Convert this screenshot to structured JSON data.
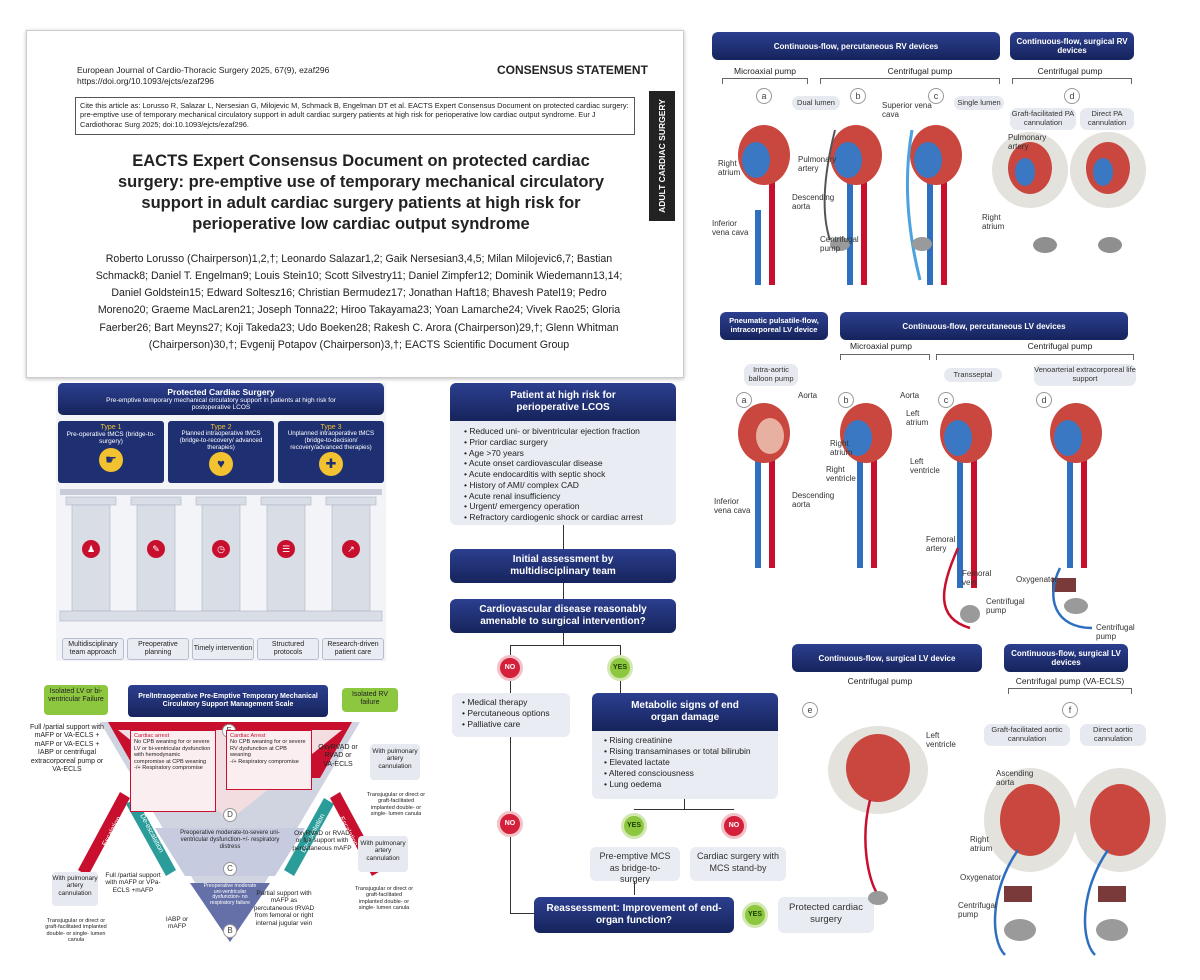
{
  "article": {
    "journal": "European Journal of Cardio-Thoracic Surgery 2025, 67(9), ezaf296",
    "doi": "https://doi.org/10.1093/ejcts/ezaf296",
    "type": "CONSENSUS STATEMENT",
    "citation": "Cite this article as: Lorusso R, Salazar L, Nersesian G, Milojevic M, Schmack B, Engelman DT et al. EACTS Expert Consensus Document on protected cardiac surgery: pre-emptive use of temporary mechanical circulatory support in adult cardiac surgery patients at high risk for perioperative low cardiac output syndrome. Eur J Cardiothorac Surg 2025; doi:10.1093/ejcts/ezaf296.",
    "side_tab": "ADULT CARDIAC SURGERY",
    "title": "EACTS Expert Consensus Document on protected cardiac surgery: pre-emptive use of temporary mechanical circulatory support in adult cardiac surgery patients at high risk for perioperative low cardiac output syndrome",
    "authors": "Roberto Lorusso (Chairperson)1,2,†; Leonardo Salazar1,2; Gaik Nersesian3,4,5; Milan Milojevic6,7; Bastian Schmack8; Daniel T. Engelman9; Louis Stein10; Scott Silvestry11; Daniel Zimpfer12; Dominik Wiedemann13,14; Daniel Goldstein15; Edward Soltesz16; Christian Bermudez17; Jonathan Haft18; Bhavesh Patel19; Pedro Moreno20; Graeme MacLaren21; Joseph Tonna22; Hiroo Takayama23; Yoan Lamarche24; Vivek Rao25; Gloria Faerber26; Bart Meyns27; Koji Takeda23; Udo Boeken28; Rakesh C. Arora (Chairperson)29,†; Glenn Whitman (Chairperson)30,†; Evgenij Potapov (Chairperson)3,†; EACTS Scientific Document Group"
  },
  "pcs": {
    "title": "Protected Cardiac Surgery",
    "subtitle": "Pre-emptive temporary mechanical circulatory support in patients at high risk for postoperative LCOS",
    "types": [
      {
        "label": "Type 1",
        "text": "Pre-operative tMCS (bridge-to-surgery)"
      },
      {
        "label": "Type 2",
        "text": "Planned intraoperative tMCS (bridge-to-recovery/ advanced therapies)"
      },
      {
        "label": "Type 3",
        "text": "Unplanned intraoperative tMCS (bridge-to-decision/ recovery/advanced therapies)"
      }
    ],
    "pillars": [
      "Multidisciplinary team approach",
      "Preoperative planning",
      "Timely intervention",
      "Structured protocols",
      "Research-driven patient care"
    ]
  },
  "scale": {
    "left_badge": "Isolated LV or bi-ventricular Failure",
    "title": "Pre/Intraoperative Pre-Emptive Temporary Mechanical Circulatory Support Management Scale",
    "right_badge": "Isolated RV failure",
    "E": "E",
    "D": "D",
    "C": "C",
    "B": "B",
    "e_left": "Cardiac arrest",
    "e_left_items": [
      "No CPB weaning for or severe LV or bi-ventricular dysfunction with hemodynamic compromise at CPB weaning",
      "-/+ Respiratory compromise"
    ],
    "e_right": "Cardiac Arrest",
    "e_right_items": [
      "No CPB weaning for or severe RV dysfunction at CPB weaning",
      "-/+ Respiratory compromise"
    ],
    "c_text": "Preoperative moderate-to-severe uni-ventricular dysfunction-+/- respiratory distress",
    "b_text": "Preoperative moderate uni-ventricular dysfunction- no respiratory failure",
    "escalation": "Escalation",
    "de_escalation": "De-escalation",
    "left_top": "Full /partial support with mAFP or VA-ECLS + mAFP or VA-ECLS + IABP or centrifugal extracorporeal pump or VA-ECLS",
    "left_mid": "Full /partial support with mAFP or VPa-ECLS +mAFP",
    "left_pa": "With pulmonary artery cannulation",
    "left_pa_note": "Transjugular or direct or graft-facilitated implanted double- or single- lumen canula",
    "left_bottom": "IABP or mAFP",
    "right_top": "OxyRVAD or RVAD or VA-ECLS",
    "right_pa1": "With pulmonary artery cannulation",
    "right_pa1_note": "Transjugular or direct or graft-facilitated implanted double- or single- lumen canula",
    "right_mid": "OxyRVAD or RVAD or full support with percutaneous mAFP",
    "right_pa2": "With pulmonary artery cannulation",
    "right_pa2_note": "Transjugular or direct or graft-facilitated implanted double- or single- lumen canula",
    "right_bottom": "Partial support with mAFP as percutaneous tRVAD from femoral or right internal jugular vein"
  },
  "flow": {
    "risk_title": "Patient at high risk for perioperative LCOS",
    "risk_items": [
      "Reduced uni- or biventricular ejection fraction",
      "Prior cardiac surgery",
      "Age >70 years",
      "Acute onset cardiovascular disease",
      "Acute endocarditis with septic shock",
      "History of AMI/ complex CAD",
      "Acute renal insufficiency",
      "Urgent/ emergency operation",
      "Refractory cardiogenic shock or cardiac arrest"
    ],
    "assess": "Initial assessment by multidisciplinary team",
    "amenable": "Cardiovascular disease reasonably amenable to surgical intervention?",
    "no": "NO",
    "yes": "YES",
    "no_items": [
      "Medical therapy",
      "Percutaneous options",
      "Palliative care"
    ],
    "metabolic_title": "Metabolic signs of end organ damage",
    "metabolic_items": [
      "Rising creatinine",
      "Rising transaminases or total bilirubin",
      "Elevated lactate",
      "Altered consciousness",
      "Lung oedema"
    ],
    "preemptive": "Pre-emptive MCS as bridge-to-surgery",
    "standby": "Cardiac surgery with MCS stand-by",
    "reassess": "Reassessment: Improvement of end-organ function?",
    "protected": "Protected cardiac surgery"
  },
  "rv": {
    "header1": "Continuous-flow, percutaneous RV devices",
    "header2": "Continuous-flow, surgical RV devices",
    "microaxial": "Microaxial pump",
    "centrifugal": "Centrifugal pump",
    "centrifugal2": "Centrifugal pump",
    "a": "a",
    "b": "b",
    "c": "c",
    "d": "d",
    "dual": "Dual lumen",
    "single": "Single lumen",
    "graft": "Graft-facilitated PA cannulation",
    "direct": "Direct PA cannulation",
    "svc": "Superior vena cava",
    "ra": "Right atrium",
    "pa": "Pulmonary artery",
    "da": "Descending aorta",
    "ivc": "Inferior vena cava",
    "cp": "Centrifugal pump",
    "pa2": "Pulmonary artery",
    "ra2": "Right atrium"
  },
  "lv": {
    "header_pp": "Pneumatic pulsatile-flow, intracorporeal LV device",
    "header_cf": "Continuous-flow, percutaneous LV devices",
    "microaxial": "Microaxial pump",
    "centrifugal": "Centrifugal pump",
    "iabp": "Intra-aortic balloon pump",
    "transseptal": "Transseptal",
    "vaecls": "Venoarterial extracorporeal life support",
    "a": "a",
    "b": "b",
    "c": "c",
    "d": "d",
    "aorta": "Aorta",
    "aorta2": "Aorta",
    "la": "Left atrium",
    "ra": "Right atrium",
    "rv": "Right ventricle",
    "lvl": "Left ventricle",
    "ivc": "Inferior vena cava",
    "da": "Descending aorta",
    "fa": "Femoral artery",
    "fv": "Femoral vein",
    "cp": "Centrifugal pump",
    "oxy": "Oxygenator",
    "cp2": "Centrifugal pump"
  },
  "slv": {
    "header1": "Continuous-flow, surgical LV device",
    "header2": "Continuous-flow, surgical LV devices",
    "centrifugal": "Centrifugal pump",
    "centrifugal_va": "Centrifugal pump (VA-ECLS)",
    "e": "e",
    "f": "f",
    "lvl": "Left ventricle",
    "graft": "Graft-facilitated aortic cannulation",
    "direct": "Direct aortic cannulation",
    "asc": "Ascending aorta",
    "ra": "Right atrium",
    "oxy": "Oxygenator",
    "cp": "Centrifugal pump"
  },
  "colors": {
    "navy": "#1c2c6e",
    "red": "#c8102e",
    "green": "#8dc63f",
    "teal": "#2a9d9b",
    "gold": "#f2c230"
  }
}
